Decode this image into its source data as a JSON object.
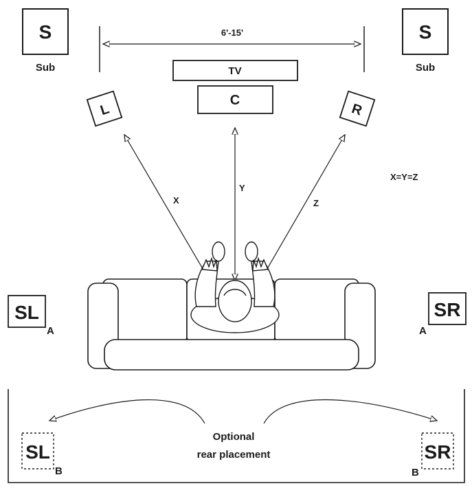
{
  "speakers": {
    "sub_left": {
      "badge": "S",
      "caption": "Sub"
    },
    "sub_right": {
      "badge": "S",
      "caption": "Sub"
    },
    "tv": "TV",
    "center": "C",
    "front_left": "L",
    "front_right": "R",
    "surround_left_a": {
      "badge": "SL",
      "position": "A"
    },
    "surround_right_a": {
      "badge": "SR",
      "position": "A"
    },
    "surround_left_b": {
      "badge": "SL",
      "position": "B"
    },
    "surround_right_b": {
      "badge": "SR",
      "position": "B"
    }
  },
  "distances": {
    "width_range": "6'-15'",
    "x": "X",
    "y": "Y",
    "z": "Z",
    "equation": "X=Y=Z"
  },
  "rear": {
    "line1": "Optional",
    "line2": "rear placement"
  }
}
